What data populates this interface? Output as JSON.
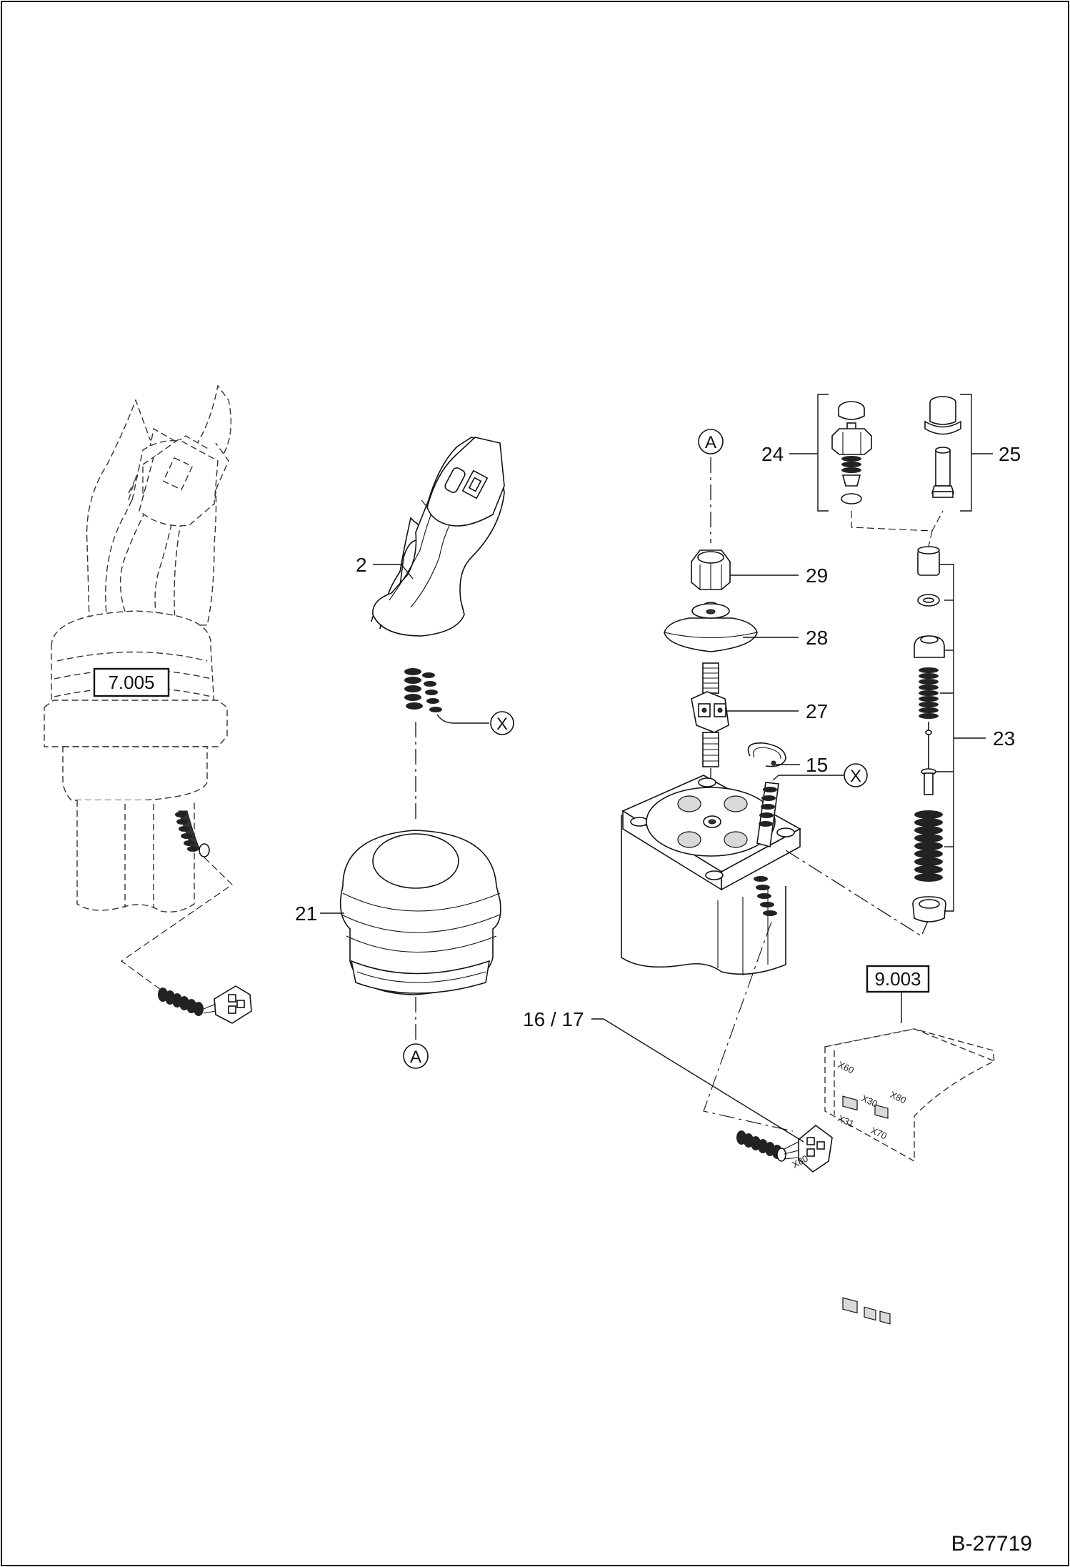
{
  "drawing": {
    "number": "B-27719",
    "reference_boxes": {
      "left_handle_ref": "7.005",
      "controller_ref": "9.003"
    },
    "callouts": {
      "p2": "2",
      "p15": "15",
      "p16_17": "16 / 17",
      "p21": "21",
      "p23": "23",
      "p24": "24",
      "p25": "25",
      "p27": "27",
      "p28": "28",
      "p29": "29"
    },
    "connection_marks": {
      "a_top": "A",
      "a_bottom": "A",
      "x_left": "X",
      "x_right": "X"
    },
    "connector_labels": {
      "x60": "X60",
      "x30": "X30",
      "x80_box": "X80",
      "x31": "X31",
      "x70": "X70",
      "x80_plug": "X80"
    }
  }
}
